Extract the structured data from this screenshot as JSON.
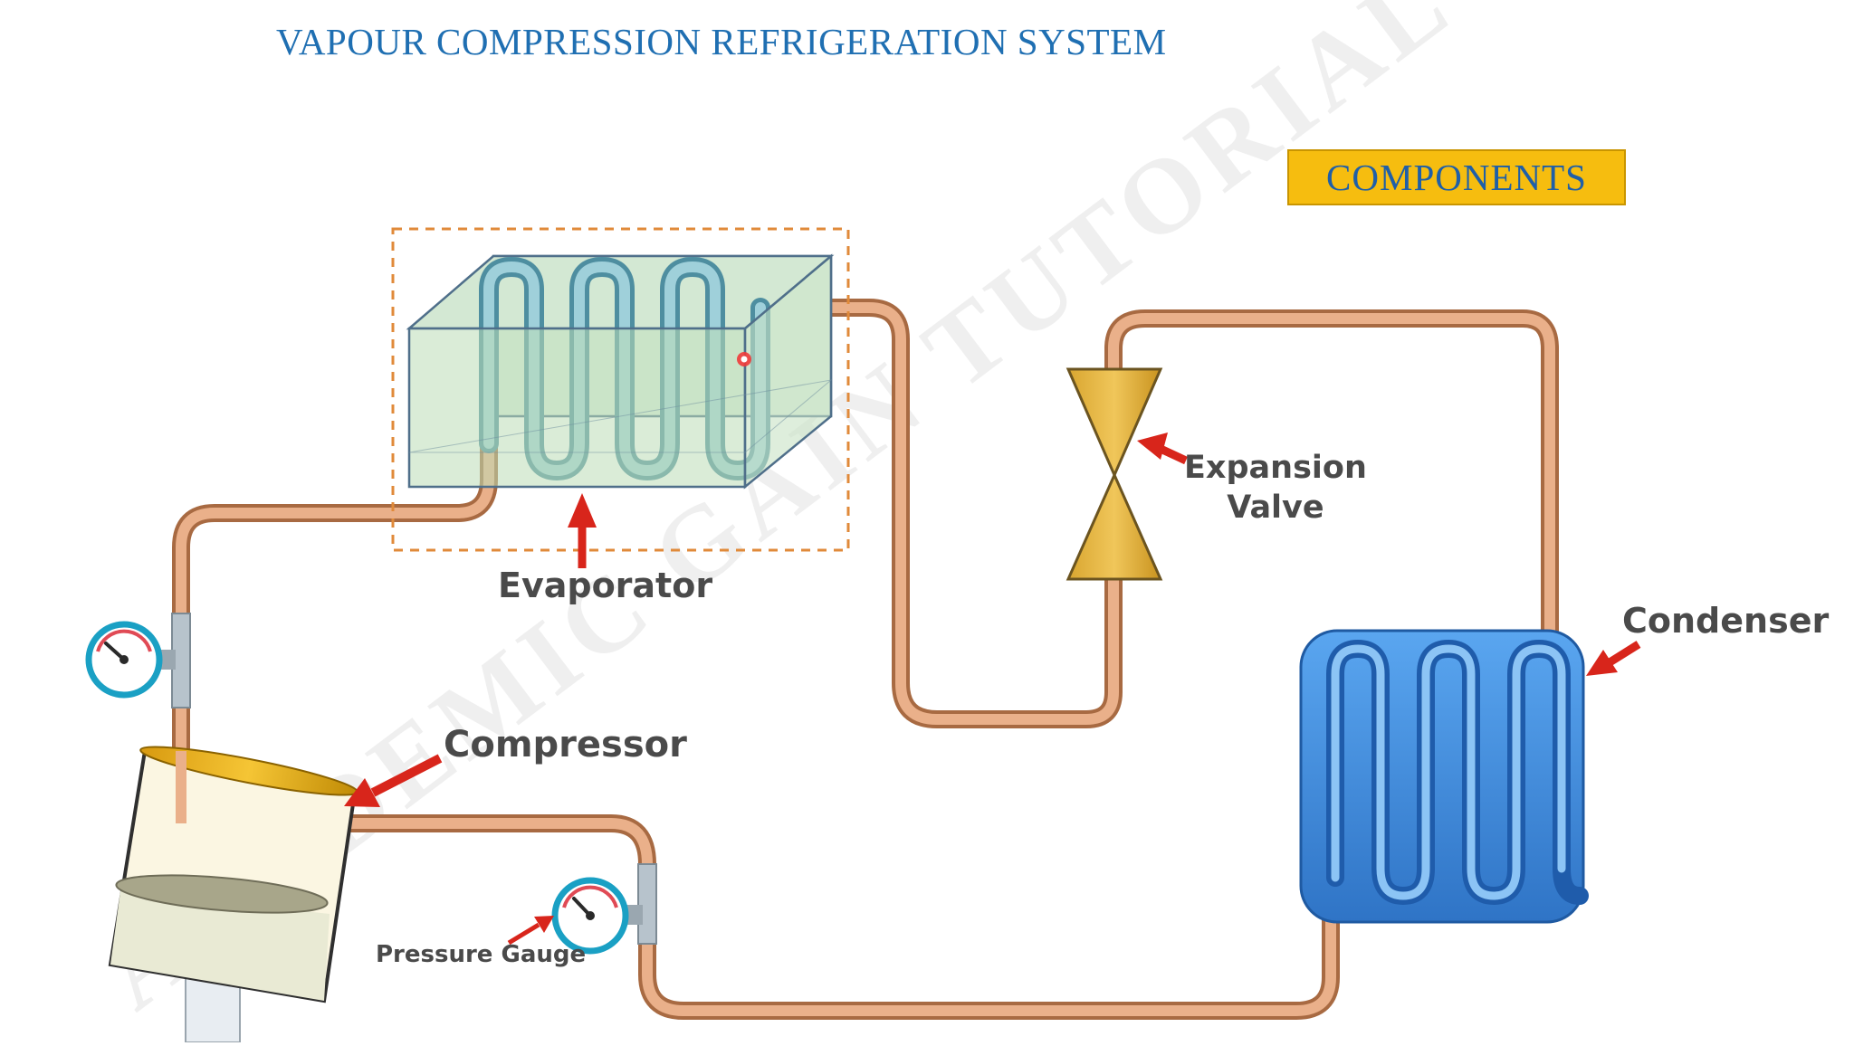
{
  "title": "VAPOUR COMPRESSION REFRIGERATION SYSTEM",
  "components_label": "COMPONENTS",
  "labels": {
    "evaporator": "Evaporator",
    "expansion_line1": "Expansion",
    "expansion_line2": "Valve",
    "condenser": "Condenser",
    "compressor": "Compressor",
    "pressure_gauge": "Pressure Gauge"
  },
  "watermark": "ACADEMIC GAIN TUTORIAL",
  "colors": {
    "title": "#1f6fb2",
    "components_bg": "#f6bd0f",
    "pipe": "#d9a37c",
    "arrow": "#d8251b",
    "evaporator_tank": "#cfe3c9",
    "condenser": "#3f8ee0",
    "gauge_ring": "#1aa0c4",
    "valve": "#e0b03c"
  }
}
